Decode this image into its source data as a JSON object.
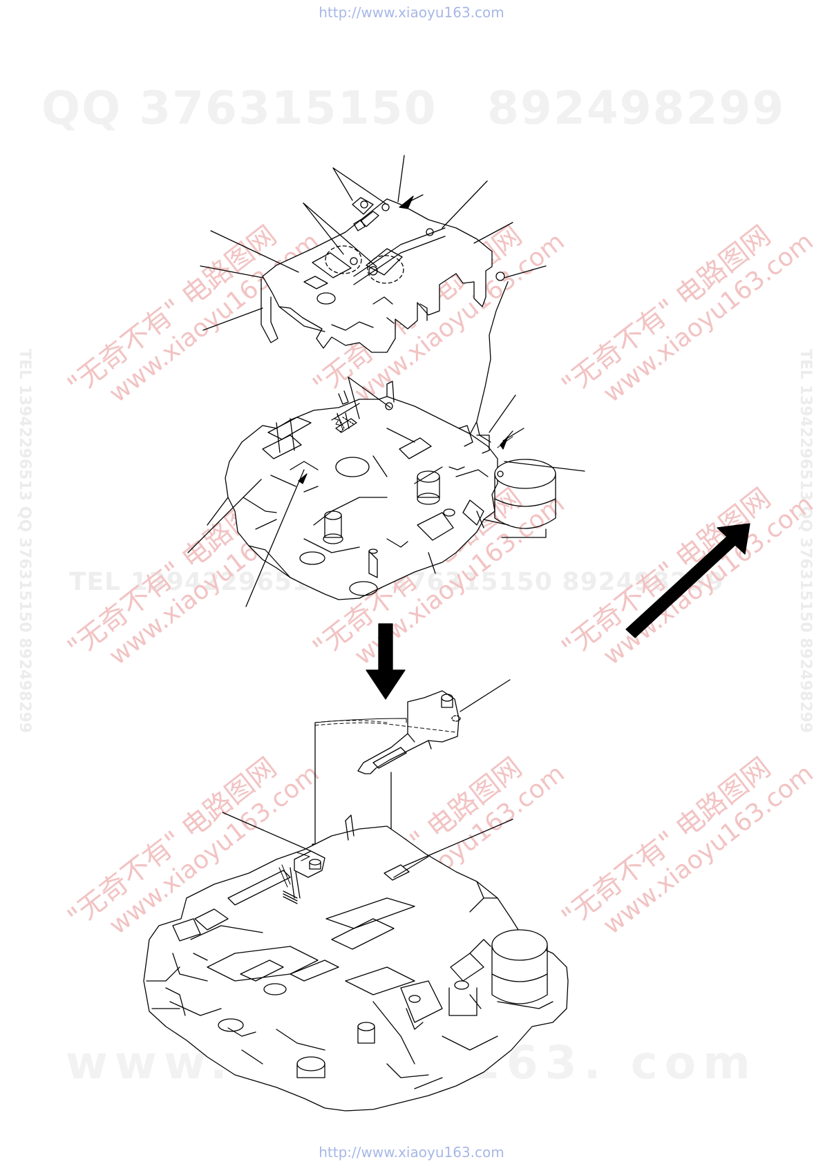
{
  "header": {
    "url": "http://www.xiaoyu163.com"
  },
  "footer": {
    "url": "http://www.xiaoyu163.com"
  },
  "watermarks": {
    "qq_line_left": "QQ 376315150",
    "qq_line_right": "892498299",
    "tel_line": "TEL 13942296513   QQ 376315150  892498299",
    "www_line": "www. xiaoyu163. com",
    "vertical_left": "TEL 13942296513  QQ 376315150  892498299",
    "vertical_right": "TEL 13942296513  QQ 376315150  892498299",
    "stamp_cn": "\"无奇不有\" 电路图网",
    "stamp_url": "www.xiaoyu163.com"
  },
  "colors": {
    "line": "#000000",
    "watermark_red": "#f2c3c3",
    "watermark_gray": "#eeeeee",
    "url_blue": "#a7b7e6"
  }
}
